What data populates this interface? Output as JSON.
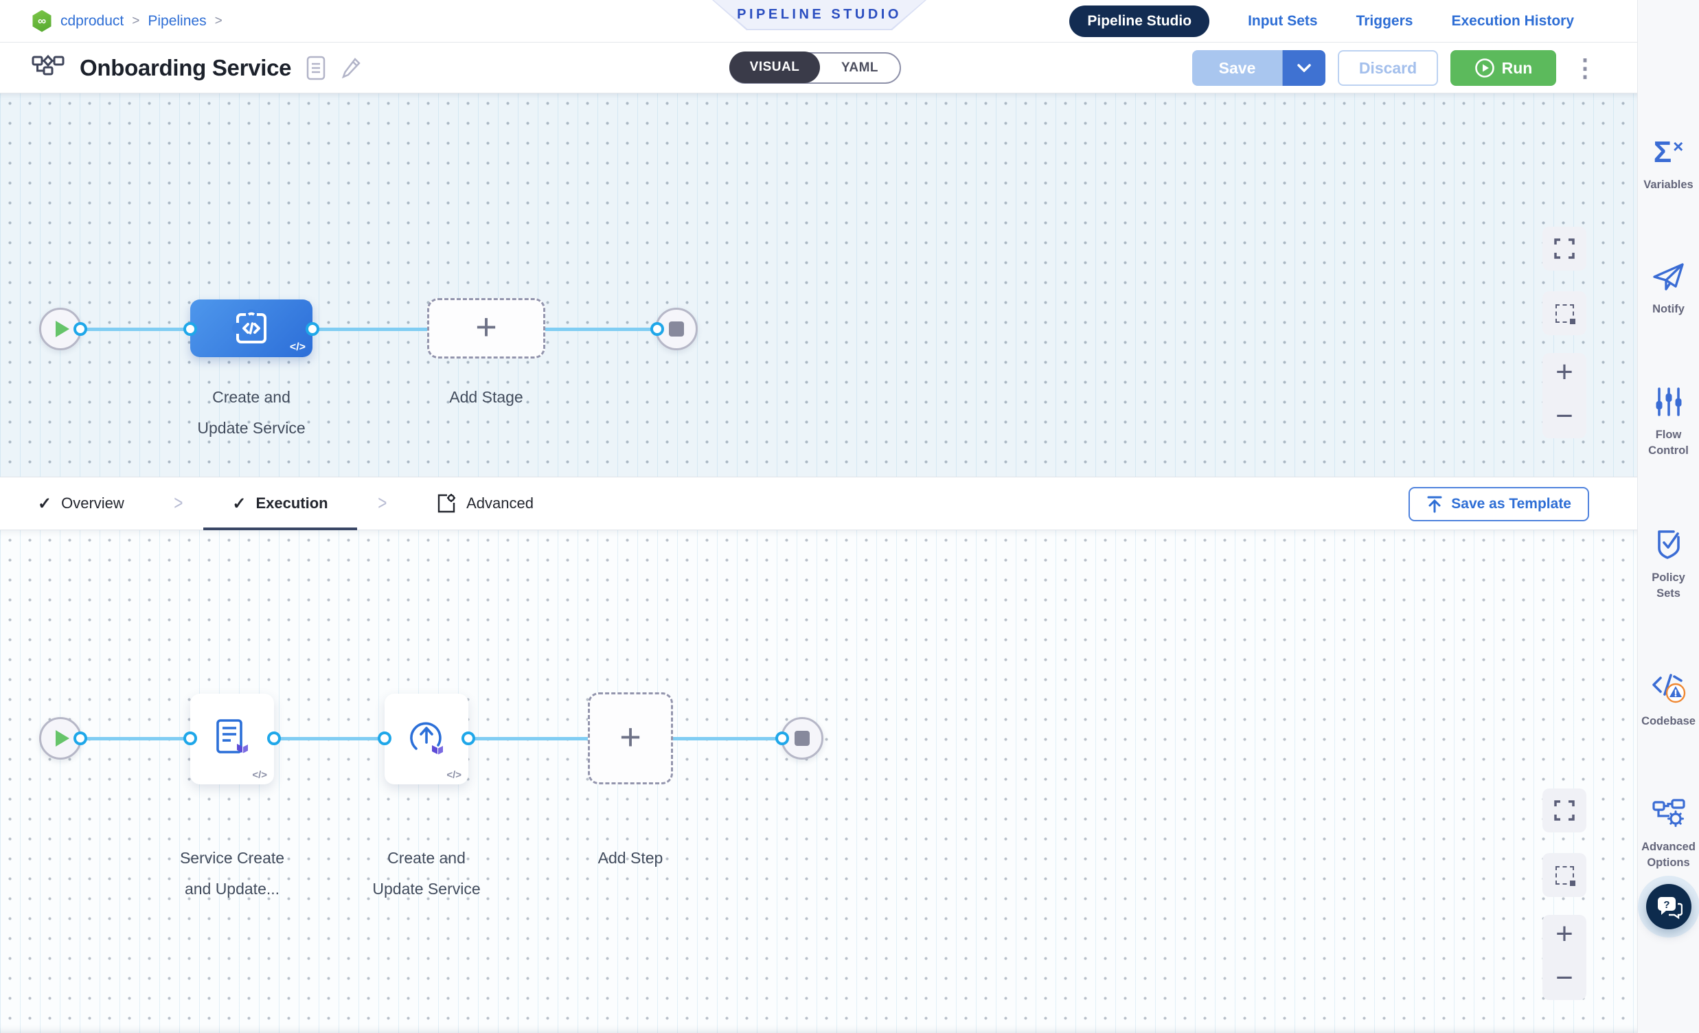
{
  "header": {
    "breadcrumb": {
      "project": "cdproduct",
      "section": "Pipelines",
      "separator": ">"
    },
    "banner": "PIPELINE STUDIO",
    "nav": {
      "pipeline_studio": "Pipeline Studio",
      "input_sets": "Input Sets",
      "triggers": "Triggers",
      "execution_history": "Execution History"
    },
    "pipeline_title": "Onboarding Service",
    "view_toggle": {
      "visual": "VISUAL",
      "yaml": "YAML",
      "selected": "VISUAL"
    },
    "actions": {
      "save": "Save",
      "discard": "Discard",
      "run": "Run"
    }
  },
  "stage_canvas": {
    "stage_label": [
      "Create and",
      "Update Service"
    ],
    "add_stage_label": "Add Stage"
  },
  "tab_bar": {
    "overview": "Overview",
    "execution": "Execution",
    "advanced": "Advanced",
    "selected_tab": "Execution",
    "save_as_template": "Save as Template"
  },
  "step_canvas": {
    "step1_label": [
      "Service Create",
      "and Update..."
    ],
    "step2_label": [
      "Create and",
      "Update Service"
    ],
    "add_step_label": "Add Step"
  },
  "sidebar": {
    "items": [
      {
        "label": "Variables"
      },
      {
        "label": "Notify"
      },
      {
        "label": "Flow Control"
      },
      {
        "label": "Policy Sets"
      },
      {
        "label": "Codebase"
      },
      {
        "label": "Advanced Options"
      }
    ]
  },
  "icons": {
    "plus": "+",
    "minus": "−",
    "code_badge": "</>",
    "chevron": ">",
    "check": "✓",
    "dots_menu": "⋮",
    "infinity": "∞",
    "sigma": "Σ",
    "sigma_x": "×"
  },
  "colors": {
    "accent_blue": "#2e6ed5",
    "navy_pill": "#132c52",
    "run_green": "#5cba5c",
    "save_disabled": "#a9c6ef",
    "save_caret": "#3f72d2",
    "flow_line": "#80cdf3",
    "connector_ring": "#1fa7e9",
    "stage_gradient_start": "#4e97ec",
    "stage_gradient_end": "#2c6ed8",
    "canvas1_bg": "#ecf4f9",
    "canvas2_bg": "#fbfdfe"
  }
}
